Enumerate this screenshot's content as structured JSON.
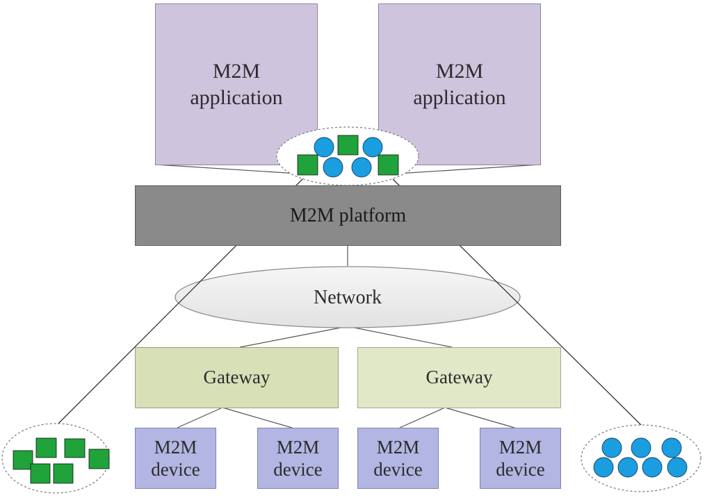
{
  "applications": [
    {
      "line1": "M2M",
      "line2": "application"
    },
    {
      "line1": "M2M",
      "line2": "application"
    }
  ],
  "platform": {
    "label": "M2M platform"
  },
  "network": {
    "label": "Network"
  },
  "gateways": [
    {
      "label": "Gateway"
    },
    {
      "label": "Gateway"
    }
  ],
  "devices": [
    {
      "line1": "M2M",
      "line2": "device"
    },
    {
      "line1": "M2M",
      "line2": "device"
    },
    {
      "line1": "M2M",
      "line2": "device"
    },
    {
      "line1": "M2M",
      "line2": "device"
    }
  ],
  "colors": {
    "green_square": "#1fa33a",
    "blue_circle": "#1a9ee0",
    "application_fill": "#cfc4de",
    "platform_fill": "#8a8a8a",
    "gateway_fill": "#d8e0b8",
    "device_fill": "#b3b6e2",
    "network_fill": "#ebebeb"
  }
}
